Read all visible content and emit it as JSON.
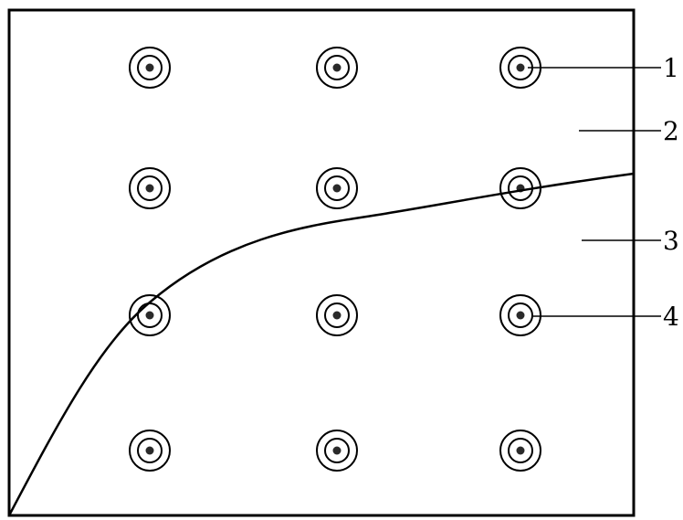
{
  "diagram": {
    "callouts": [
      {
        "id": "1",
        "label": "1"
      },
      {
        "id": "2",
        "label": "2"
      },
      {
        "id": "3",
        "label": "3"
      },
      {
        "id": "4",
        "label": "4"
      }
    ],
    "grid": {
      "rows": 4,
      "cols": 3
    },
    "colors": {
      "stroke": "#000000",
      "background": "#ffffff",
      "dot": "#2a2a2a"
    }
  }
}
